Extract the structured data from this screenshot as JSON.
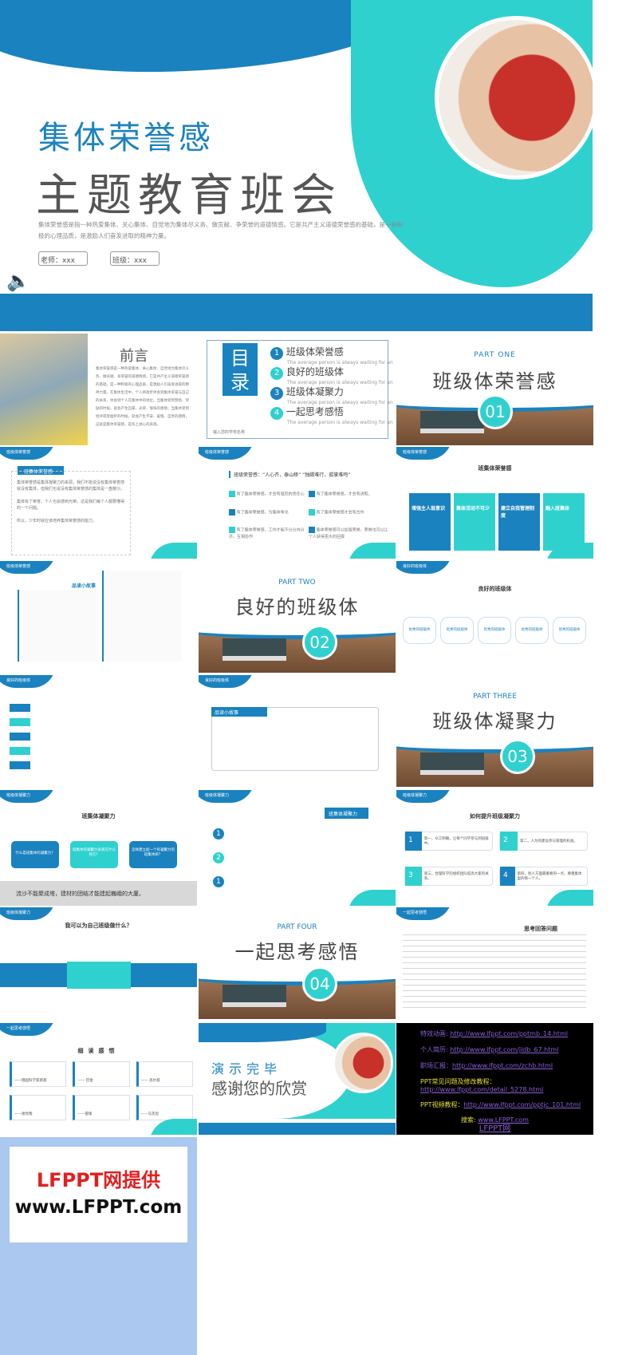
{
  "cover": {
    "title1": "集体荣誉感",
    "title2": "主题教育班会",
    "desc": "集体荣誉感是指一种热爱集体、关心集体、自觉地为集体尽义务、做贡献、争荣誉的道德情感。它是共产主义道德荣誉感的基础，是一种积极的心理品质，是激励人们奋发进取的精神力量。",
    "teacher": "老师：xxx",
    "class": "班级：xxx"
  },
  "preface": {
    "title": "前言",
    "body": "集体荣誉感是一种热爱集体、关心集体、自觉地为集体尽义务、做贡献、争荣誉的道德情感。它是共产主义道德荣誉感的基础，是一种积极的心理品质，是激励人们奋发进取的精神力量。在集体生活中，个人将逐步体会到集体荣誉与自己的关系，体会到个人在集体中的地位。当集体受到赞扬、奖励的时候，就会产生自豪、光荣、愉快的感情；当集体受到批评或受挫折的时候，就会产生不安、羞愧、自责的感情，这就是集体荣誉感，是有上进心的表现。"
  },
  "toc": {
    "label": "目录",
    "items": [
      "班级体荣誉感",
      "良好的班级体",
      "班级体凝聚力",
      "一起思考感悟"
    ],
    "sub": "The average person is always waiting for an",
    "school": "输入您的学校名称"
  },
  "parts": [
    {
      "label": "PART ONE",
      "title": "班级体荣誉感",
      "num": "01"
    },
    {
      "label": "PART TWO",
      "title": "良好的班级体",
      "num": "02"
    },
    {
      "label": "PART THREE",
      "title": "班级体凝聚力",
      "num": "03"
    },
    {
      "label": "PART FOUR",
      "title": "一起思考感悟",
      "num": "04"
    }
  ],
  "tags": {
    "s1": "班级体荣誉感",
    "s2": "良好的班级体",
    "s3": "班级体凝聚力",
    "s4": "一起思考感悟"
  },
  "slide_a": {
    "heading": "班集体荣誉感",
    "bullets": [
      "集体荣誉感是集体凝聚力的来源，我们不能说没有集体荣誉感就没有集体，但我们也说没有集体荣誉感的集体是一盘散沙。",
      "集体有了荣誉，个人也会感到光荣。这是我们每个人都要懂得的一个问题。",
      "所以，少年时就应该培养集体荣誉感的能力。"
    ]
  },
  "slide_b": {
    "heading": "班级荣誉感：“人心齐，泰山移” “独脚难行，孤掌难鸣”",
    "items": [
      "有了集体荣誉感，才会有强烈的责任心",
      "有了集体荣誉感，才会有进取。",
      "有了集体荣誉感，为集体争光",
      "有了集体荣誉感才会有合作",
      "有了集体荣誉感，工作才能不分分内分外，互相协作",
      "集体荣誉感可以加强荣誉，荣誉也可以让个人获得更大的回报"
    ]
  },
  "slide_c": {
    "heading": "班集体荣誉感",
    "cards": [
      "增强主人翁意识",
      "集体活动不可少",
      "建立自我管理制度",
      "融入班集体"
    ]
  },
  "slide_d": {
    "heading": "品读小故事"
  },
  "slide_e": {
    "heading": "良好的班级体",
    "items": [
      "优秀的班级体",
      "优秀的班级体",
      "优秀的班级体",
      "优秀的班级体",
      "优秀的班级体"
    ]
  },
  "slide_f": {
    "heading": "品读小故事"
  },
  "slide_g": {
    "heading": "班集体凝聚力",
    "boxes": [
      "什么是班集体的凝聚力？",
      "班集体的凝聚力表现在什么地方？",
      "怎样建立起一个有凝聚力的班集体呢？"
    ],
    "quote": "流沙不能聚成塔，建材的团结才能建起巍峨的大厦。"
  },
  "slide_h": {
    "heading": "班集体凝聚力",
    "nums": [
      "1",
      "2",
      "1"
    ]
  },
  "slide_i": {
    "heading": "如何提升班级凝聚力",
    "steps": [
      {
        "n": "1",
        "t": "第一，众工明确，让每个同学参与到班级中。"
      },
      {
        "n": "2",
        "t": "第二，人为的建设参与管理的机会。"
      },
      {
        "n": "3",
        "t": "第三，合理科学的组织团队提高大家的关系。"
      },
      {
        "n": "4",
        "t": "第四，别人方面最重要的一点，尊重集体里的每一个人。"
      }
    ]
  },
  "slide_j": {
    "heading": "我可以为自己班级做什么？"
  },
  "slide_k": {
    "heading": "思考回答问题"
  },
  "slide_l": {
    "heading": "细读感悟",
    "quotes": [
      "——俄国科学家斯基",
      "—— 巴金",
      "—— 高尔基",
      "——谢觉哉",
      "——雷锋",
      "——马克思"
    ]
  },
  "ending": {
    "line1": "演示完毕",
    "line2": "感谢您的欣赏"
  },
  "links": [
    {
      "label": "特效动画",
      "url": "http://www.lfppt.com/pptmb_14.html"
    },
    {
      "label": "个人简历",
      "url": "http://www.lfppt.com/jldb_67.html"
    },
    {
      "label": "职场汇报",
      "url": "http://www.lfppt.com/zchb.html"
    },
    {
      "label": "PPT常见问题及修改教程",
      "url": "http://www.lfppt.com/detail_5278.html"
    },
    {
      "label": "PPT视频教程",
      "url": "http://www.lfppt.com/pptjc_101.html"
    }
  ],
  "search": {
    "label": "搜索",
    "url": "www.LFPPT.com",
    "name": "LFPPT网"
  },
  "brand": {
    "line1": "LFPPT网提供",
    "line2": "www.LFPPT.com"
  },
  "colors": {
    "blue": "#1a82bf",
    "teal": "#2fd1cf",
    "red": "#e02020"
  }
}
